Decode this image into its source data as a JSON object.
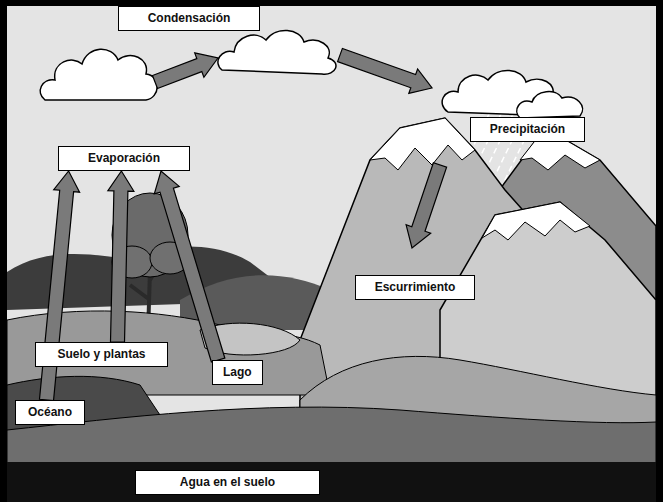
{
  "diagram": {
    "nodes": [
      {
        "text": [
          "Condensación"
        ]
      },
      {
        "text": [
          "Evaporación"
        ]
      },
      {
        "text": [
          "Precipitación"
        ]
      },
      {
        "text": [
          "Escurrimiento"
        ]
      },
      {
        "text": [
          "Suelo y plantas"
        ]
      },
      {
        "text": [
          "Lago"
        ]
      },
      {
        "text": [
          "Océano"
        ]
      },
      {
        "text": [
          "Agua en el suelo"
        ]
      }
    ],
    "edges": [
      {
        "from": 6,
        "to": 1,
        "arrow": "to"
      },
      {
        "from": 4,
        "to": 1,
        "arrow": "to"
      },
      {
        "from": 5,
        "to": 1,
        "arrow": "to"
      }
    ]
  }
}
